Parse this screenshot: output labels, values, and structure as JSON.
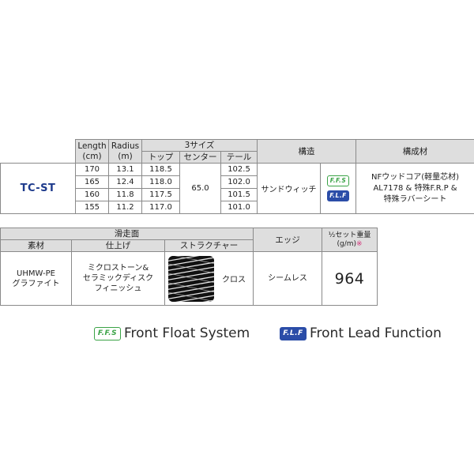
{
  "spec": {
    "headers": {
      "length": "Length\n(cm)",
      "radius": "Radius\n(m)",
      "three_sizes": "3サイズ",
      "top": "トップ",
      "center": "センター",
      "tail": "テール",
      "construction": "構造",
      "material": "構成材"
    },
    "model": "TC-ST",
    "rows": [
      {
        "length": "170",
        "radius": "13.1",
        "top": "118.5",
        "tail": "102.5"
      },
      {
        "length": "165",
        "radius": "12.4",
        "top": "118.0",
        "tail": "102.0"
      },
      {
        "length": "160",
        "radius": "11.8",
        "top": "117.5",
        "tail": "101.5"
      },
      {
        "length": "155",
        "radius": "11.2",
        "top": "117.0",
        "tail": "101.0"
      }
    ],
    "center": "65.0",
    "construction": "サンドウィッチ",
    "badges": {
      "ffs": "F.F.S",
      "flf": "F.L.F"
    },
    "material_lines": [
      "NFウッドコア(軽量芯材)",
      "AL7178 & 特殊F.R.P &",
      "特殊ラバーシート"
    ]
  },
  "surface": {
    "headers": {
      "running_surface": "滑走面",
      "base_material": "素材",
      "finish": "仕上げ",
      "structure": "ストラクチャー",
      "edge": "エッジ",
      "weight": "½セット重量\n(g/m)",
      "weight_mark": "※"
    },
    "base_material_lines": [
      "UHMW-PE",
      "グラファイト"
    ],
    "finish_lines": [
      "ミクロストーン&",
      "セラミックディスク",
      "フィニッシュ"
    ],
    "structure": "クロス",
    "edge": "シームレス",
    "weight": "964"
  },
  "legend": {
    "ffs_badge": "F.F.S",
    "ffs_text": "Front Float System",
    "flf_badge": "F.L.F",
    "flf_text": "Front Lead Function"
  },
  "colors": {
    "model_blue": "#1d3a8c",
    "ffs_green": "#3aa346",
    "flf_blue": "#2b4da8",
    "asterisk_pink": "#d2347a",
    "header_gray": "#dedede"
  },
  "icons": {
    "ffs": "ffs-badge-icon",
    "flf": "flf-badge-icon",
    "structure": "cross-structure-pattern-icon"
  }
}
